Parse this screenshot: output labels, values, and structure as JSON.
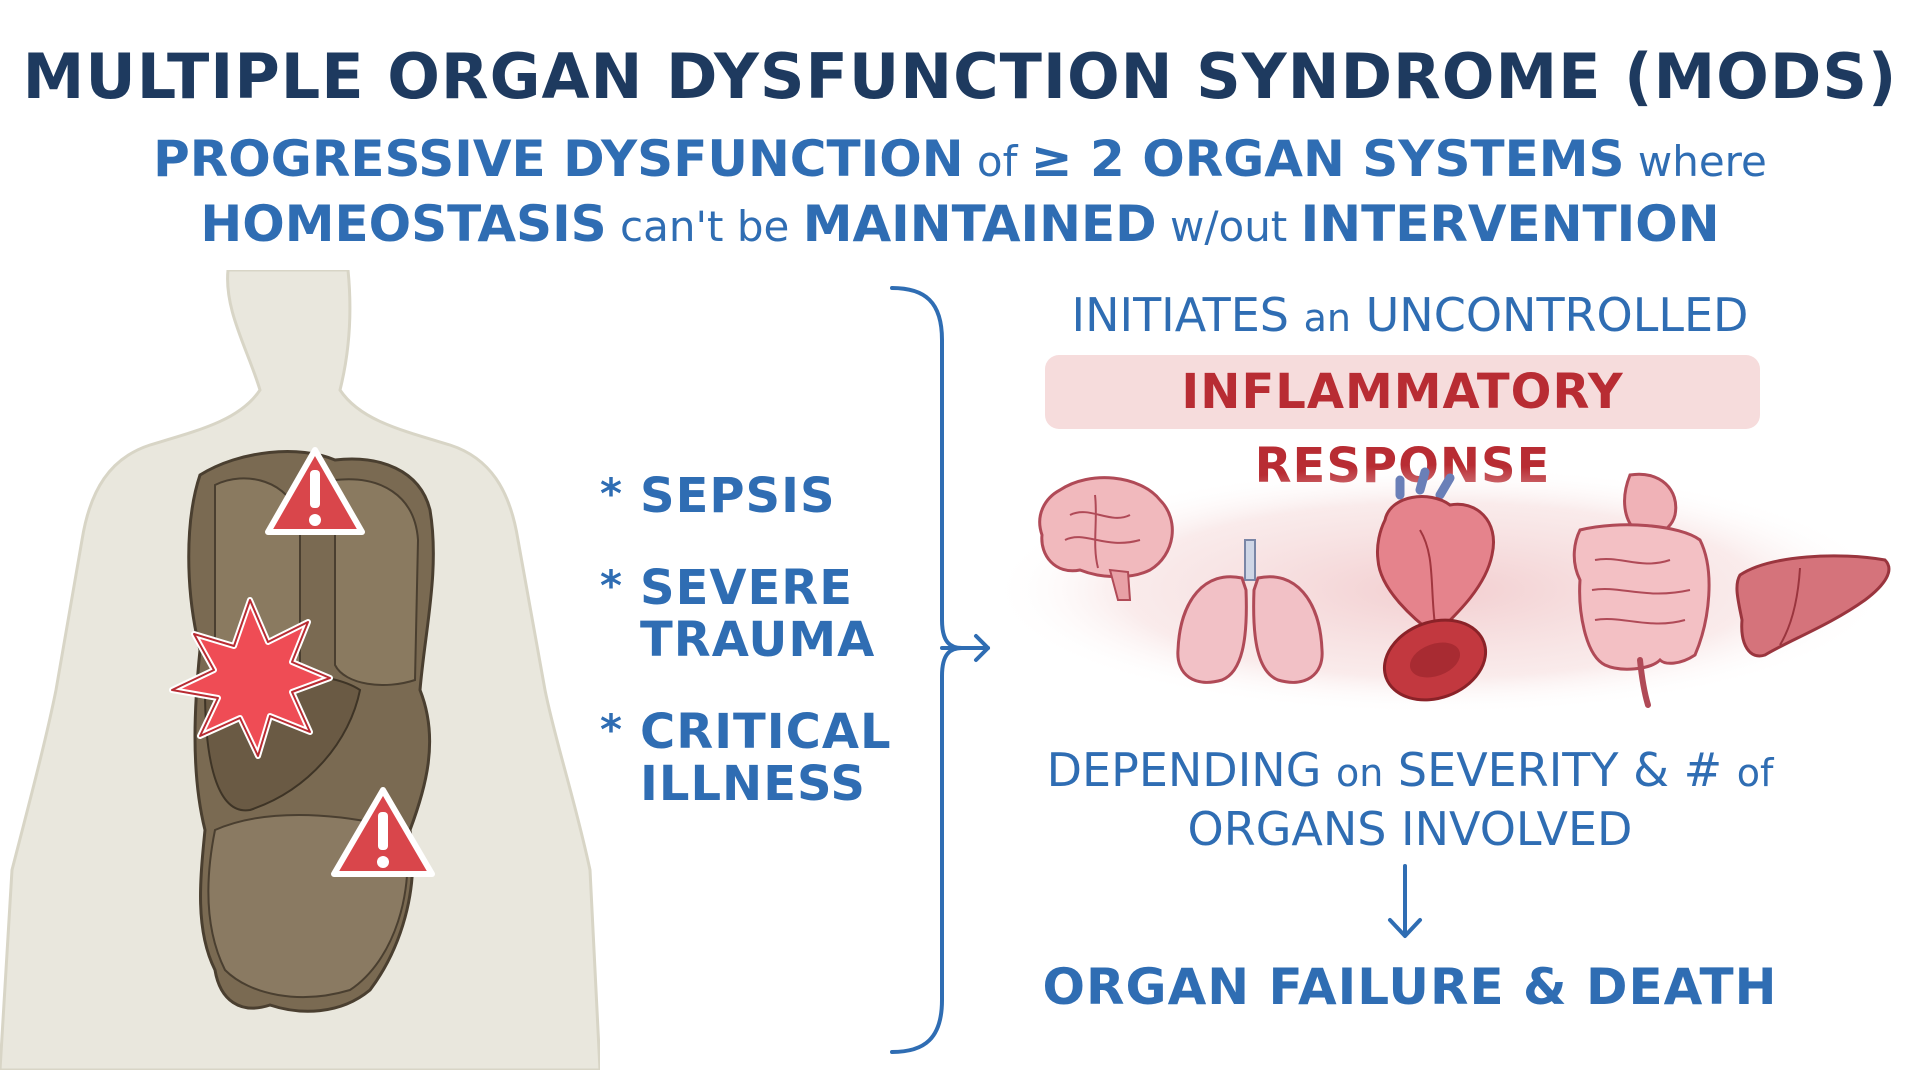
{
  "title": "MULTIPLE ORGAN DYSFUNCTION SYNDROME (MODS)",
  "definition": {
    "line1": {
      "part1": "PROGRESSIVE DYSFUNCTION",
      "part2": " of ",
      "part3": "≥ 2 ORGAN SYSTEMS",
      "part4": " where"
    },
    "line2": {
      "part1": "HOMEOSTASIS",
      "part2": " can't be ",
      "part3": "MAINTAINED",
      "part4": " w/out ",
      "part5": "INTERVENTION"
    }
  },
  "causes": {
    "bullet": "*",
    "items": [
      {
        "label": "SEPSIS"
      },
      {
        "label": "SEVERE\nTRAUMA"
      },
      {
        "label": "CRITICAL\nILLNESS"
      }
    ]
  },
  "response": {
    "intro_part1": "INITIATES ",
    "intro_part2": "an",
    "intro_part3": " UNCONTROLLED",
    "highlight": "INFLAMMATORY RESPONSE"
  },
  "dependency": {
    "line1_part1": "DEPENDING ",
    "line1_part2": "on",
    "line1_part3": " SEVERITY & # ",
    "line1_part4": "of",
    "line2": "ORGANS INVOLVED"
  },
  "outcome": "ORGAN FAILURE & DEATH",
  "colors": {
    "navy": "#1e3a5f",
    "blue": "#2f6db3",
    "red": "#b82c33",
    "pink_highlight": "#f6dcdc",
    "warning_red": "#d9464b",
    "organ_brown": "#7a6a52",
    "silhouette": "#e9e7dd"
  },
  "icons": [
    "warning-icon",
    "warning-icon",
    "injury-burst-icon",
    "brain-icon",
    "lungs-icon",
    "heart-icon",
    "red-blood-cell-icon",
    "stomach-intestines-icon",
    "liver-icon",
    "right-arrow-icon",
    "down-arrow-icon"
  ]
}
